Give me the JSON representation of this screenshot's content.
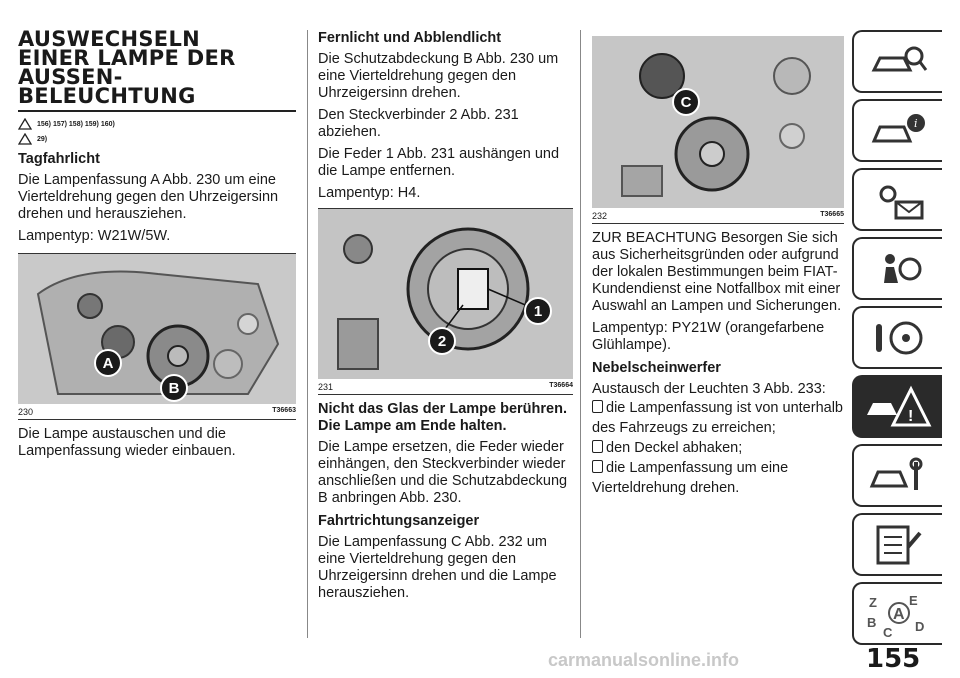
{
  "col1": {
    "title_lines": [
      "AUSWECHSELN",
      "EINER LAMPE DER",
      "AUSSEN-",
      "BELEUCHTUNG"
    ],
    "warn1": "156) 157) 158) 159) 160)",
    "warn2": "29)",
    "h_tagfahrlicht": "Tagfahrlicht",
    "p1": "Die Lampenfassung A Abb. 230 um eine Vierteldrehung gegen den Uhrzeigersinn drehen und herausziehen.",
    "p2": "Lampentyp: W21W/5W.",
    "fig_num": "230",
    "fig_code": "T36663",
    "label_a": "A",
    "label_b": "B",
    "p3": "Die Lampe austauschen und die Lampenfassung wieder einbauen."
  },
  "col2": {
    "h_fernlicht": "Fernlicht und Abblendlicht",
    "p1": "Die Schutzabdeckung B Abb. 230 um eine Vierteldrehung gegen den Uhrzeigersinn drehen.",
    "p2": "Den Steckverbinder 2 Abb. 231 abziehen.",
    "p3": "Die Feder 1 Abb. 231 aushängen und die Lampe entfernen.",
    "p4": "Lampentyp: H4.",
    "fig_num": "231",
    "fig_code": "T36664",
    "label_1": "1",
    "label_2": "2",
    "h_warning": "Nicht das Glas der Lampe berühren. Die Lampe am Ende halten.",
    "p5": "Die Lampe ersetzen, die Feder wieder einhängen, den Steckverbinder wieder anschließen und die Schutzabdeckung B anbringen Abb. 230.",
    "h_blinker": "Fahrtrichtungsanzeiger",
    "p6": "Die Lampenfassung C Abb. 232 um eine Vierteldrehung gegen den Uhrzeigersinn drehen und die Lampe herausziehen."
  },
  "col3": {
    "fig_num": "232",
    "fig_code": "T36665",
    "label_c": "C",
    "p1": "ZUR BEACHTUNG Besorgen Sie sich aus Sicherheitsgründen oder aufgrund der lokalen Bestimmungen beim FIAT-Kundendienst eine Notfallbox mit einer Auswahl an Lampen und Sicherungen.",
    "p2": "Lampentyp: PY21W (orangefarbene Glühlampe).",
    "h_nebel": "Nebelscheinwerfer",
    "p3": "Austausch der Leuchten 3 Abb. 233:",
    "item1": "die Lampenfassung ist von unterhalb",
    "item1b": "des Fahrzeugs zu erreichen;",
    "item2": "den Deckel abhaken;",
    "item3": "die Lampenfassung um eine",
    "item3b": "Vierteldrehung drehen."
  },
  "sidebar": {
    "tabs": [
      "car-search-icon",
      "car-info-icon",
      "lights-mail-icon",
      "airbag-icon",
      "steering-wheel-icon",
      "warning-triangle-icon",
      "car-tools-icon",
      "checklist-icon",
      "alphabet-index-icon"
    ],
    "active_index": 5
  },
  "page_number": "155",
  "watermark": "carmanualsonline.info"
}
